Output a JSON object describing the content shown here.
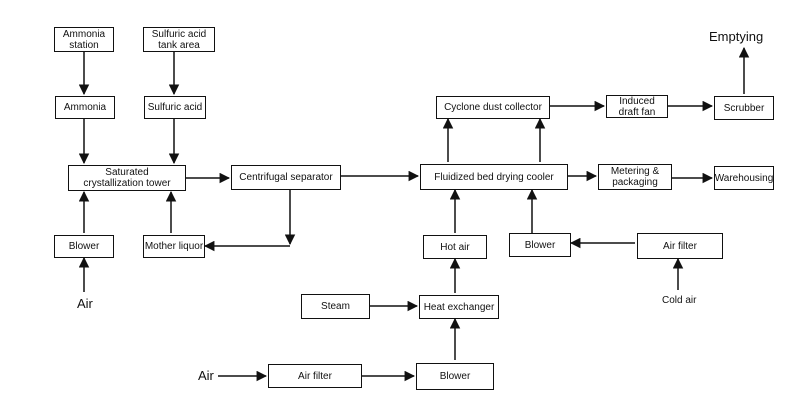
{
  "diagram": {
    "title": "",
    "nodes": {
      "ammonia_station": "Ammonia\nstation",
      "sulfuric_acid_tank_area": "Sulfuric acid\ntank area",
      "ammonia": "Ammonia",
      "sulfuric_acid": "Sulfuric acid",
      "saturated_crystallization_tower": "Saturated\ncrystallization tower",
      "centrifugal_separator": "Centrifugal separator",
      "blower_left": "Blower",
      "mother_liquor": "Mother liquor",
      "fluidized_bed_drying_cooler": "Fluidized bed drying cooler",
      "cyclone_dust_collector": "Cyclone dust collector",
      "induced_draft_fan": "Induced\ndraft fan",
      "scrubber": "Scrubber",
      "metering_packaging": "Metering &\npackaging",
      "warehousing": "Warehousing",
      "hot_air": "Hot air",
      "blower_right": "Blower",
      "air_filter_right": "Air filter",
      "steam": "Steam",
      "heat_exchanger": "Heat exchanger",
      "air_filter_bottom": "Air filter",
      "blower_bottom": "Blower"
    },
    "labels": {
      "emptying": "Emptying",
      "air_left": "Air",
      "cold_air": "Cold air",
      "air_bottom": "Air"
    },
    "edges": [
      [
        "ammonia_station",
        "ammonia"
      ],
      [
        "sulfuric_acid_tank_area",
        "sulfuric_acid"
      ],
      [
        "ammonia",
        "saturated_crystallization_tower"
      ],
      [
        "sulfuric_acid",
        "saturated_crystallization_tower"
      ],
      [
        "blower_left",
        "saturated_crystallization_tower"
      ],
      [
        "mother_liquor",
        "saturated_crystallization_tower"
      ],
      [
        "air_left",
        "blower_left"
      ],
      [
        "saturated_crystallization_tower",
        "centrifugal_separator"
      ],
      [
        "centrifugal_separator",
        "fluidized_bed_drying_cooler"
      ],
      [
        "centrifugal_separator",
        "mother_liquor"
      ],
      [
        "fluidized_bed_drying_cooler",
        "cyclone_dust_collector"
      ],
      [
        "cyclone_dust_collector",
        "induced_draft_fan"
      ],
      [
        "induced_draft_fan",
        "scrubber"
      ],
      [
        "scrubber",
        "emptying"
      ],
      [
        "fluidized_bed_drying_cooler",
        "metering_packaging"
      ],
      [
        "metering_packaging",
        "warehousing"
      ],
      [
        "hot_air",
        "fluidized_bed_drying_cooler"
      ],
      [
        "blower_right",
        "fluidized_bed_drying_cooler"
      ],
      [
        "air_filter_right",
        "blower_right"
      ],
      [
        "cold_air",
        "air_filter_right"
      ],
      [
        "heat_exchanger",
        "hot_air"
      ],
      [
        "steam",
        "heat_exchanger"
      ],
      [
        "blower_bottom",
        "heat_exchanger"
      ],
      [
        "air_bottom",
        "air_filter_bottom"
      ],
      [
        "air_filter_bottom",
        "blower_bottom"
      ]
    ]
  }
}
